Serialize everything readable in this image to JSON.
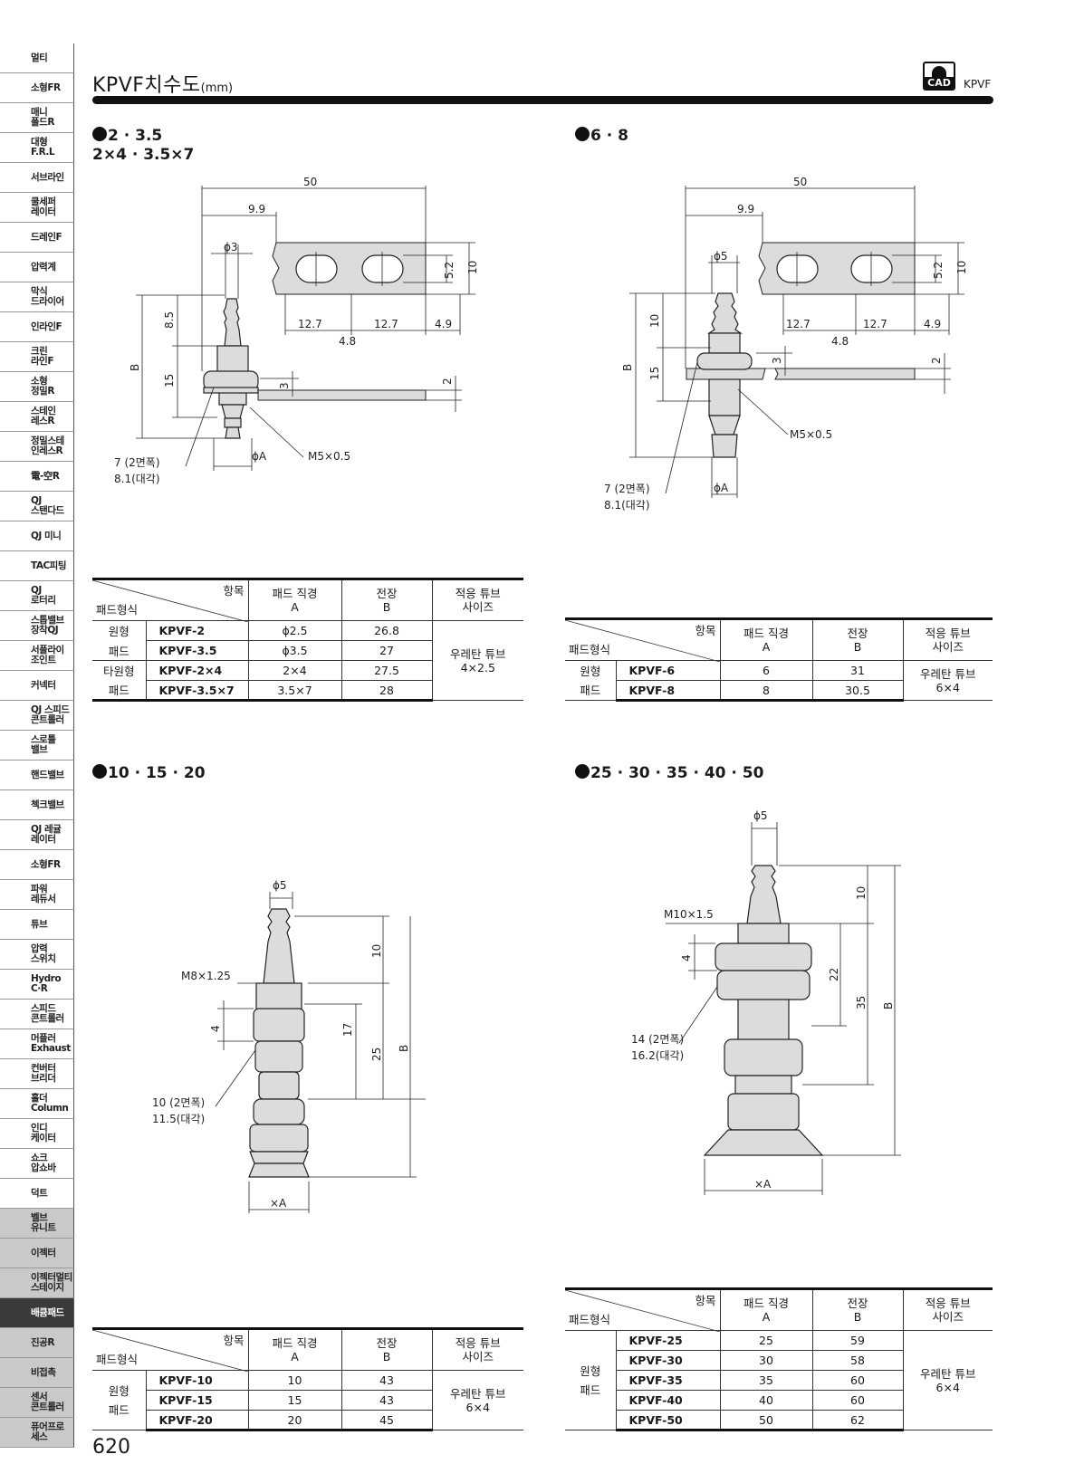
{
  "sidebar": {
    "items": [
      {
        "label": "멀티",
        "style": "normal"
      },
      {
        "label": "소형FR",
        "style": "normal"
      },
      {
        "label": "매니\n폴드R",
        "style": "normal"
      },
      {
        "label": "대형\nF.R.L",
        "style": "normal"
      },
      {
        "label": "서브라인",
        "style": "normal"
      },
      {
        "label": "쿨세퍼\n레이터",
        "style": "normal"
      },
      {
        "label": "드레인F",
        "style": "normal"
      },
      {
        "label": "압력계",
        "style": "normal"
      },
      {
        "label": "막식\n드라이어",
        "style": "normal"
      },
      {
        "label": "인라인F",
        "style": "normal"
      },
      {
        "label": "크린\n라인F",
        "style": "normal"
      },
      {
        "label": "소형\n정밀R",
        "style": "normal"
      },
      {
        "label": "스테인\n레스R",
        "style": "normal"
      },
      {
        "label": "정밀스테\n인레스R",
        "style": "normal"
      },
      {
        "label": "電-空R",
        "style": "normal"
      },
      {
        "label": "QJ\n스탠다드",
        "style": "normal"
      },
      {
        "label": "QJ 미니",
        "style": "normal"
      },
      {
        "label": "TAC피팅",
        "style": "normal"
      },
      {
        "label": "QJ\n로터리",
        "style": "normal"
      },
      {
        "label": "스톱밸브\n장착QJ",
        "style": "normal"
      },
      {
        "label": "서플라이\n조인트",
        "style": "normal"
      },
      {
        "label": "커넥터",
        "style": "normal"
      },
      {
        "label": "QJ 스피드\n콘트롤러",
        "style": "normal"
      },
      {
        "label": "스로틀\n밸브",
        "style": "normal"
      },
      {
        "label": "핸드밸브",
        "style": "normal"
      },
      {
        "label": "첵크밸브",
        "style": "normal"
      },
      {
        "label": "QJ 레귤\n레이터",
        "style": "normal"
      },
      {
        "label": "소형FR",
        "style": "normal"
      },
      {
        "label": "파워\n레듀서",
        "style": "normal"
      },
      {
        "label": "튜브",
        "style": "normal"
      },
      {
        "label": "압력\n스위치",
        "style": "normal"
      },
      {
        "label": "Hydro\nC·R",
        "style": "normal"
      },
      {
        "label": "스피드\n콘트롤러",
        "style": "normal"
      },
      {
        "label": "머플러\nExhaust",
        "style": "normal"
      },
      {
        "label": "컨버터\n브리더",
        "style": "normal"
      },
      {
        "label": "홀더\nColumn",
        "style": "normal"
      },
      {
        "label": "인디\n케이터",
        "style": "normal"
      },
      {
        "label": "쇼크\n압쇼바",
        "style": "normal"
      },
      {
        "label": "덕트",
        "style": "normal"
      },
      {
        "label": "벨브\n유니트",
        "style": "shade"
      },
      {
        "label": "이젝터",
        "style": "shade"
      },
      {
        "label": "이젝터멀티\n스테이지",
        "style": "shade"
      },
      {
        "label": "배큠패드",
        "style": "active"
      },
      {
        "label": "진공R",
        "style": "shade"
      },
      {
        "label": "비접촉",
        "style": "shade"
      },
      {
        "label": "센서\n콘트롤러",
        "style": "shade"
      },
      {
        "label": "퓨어프로\n세스",
        "style": "shade"
      }
    ]
  },
  "header": {
    "title": "KPVF치수도",
    "unit": "(mm)",
    "cad_badge": "CAD",
    "cad_model": "KPVF"
  },
  "sections": {
    "s1": {
      "heading": "2 · 3.5\n2×4 · 3.5×7",
      "dims": {
        "d50": "50",
        "d99": "9.9",
        "phi3": "ϕ3",
        "d52": "5.2",
        "d10": "10",
        "d127a": "12.7",
        "d127b": "12.7",
        "d49": "4.9",
        "d48": "4.8",
        "d85": "8.5",
        "d15": "15",
        "B": "B",
        "d3": "3",
        "d2": "2",
        "phiA": "ϕA",
        "m5": "M5×0.5",
        "hex1": "7 (2면폭)",
        "hex2": "8.1(대각)"
      }
    },
    "s2": {
      "heading": "6 · 8",
      "dims": {
        "d50": "50",
        "d99": "9.9",
        "phi5": "ϕ5",
        "d52": "5.2",
        "d10": "10",
        "d127a": "12.7",
        "d127b": "12.7",
        "d49": "4.9",
        "d48": "4.8",
        "d10v": "10",
        "d15": "15",
        "B": "B",
        "d3": "3",
        "d2": "2",
        "phiA": "ϕA",
        "m5": "M5×0.5",
        "hex1": "7 (2면폭)",
        "hex2": "8.1(대각)"
      }
    },
    "s3": {
      "heading": "10 · 15 · 20",
      "dims": {
        "phi5": "ϕ5",
        "m8": "M8×1.25",
        "d4": "4",
        "d10": "10",
        "d17": "17",
        "d25": "25",
        "B": "B",
        "hex1": "10 (2면폭)",
        "hex2": "11.5(대각)",
        "xA": "×A"
      }
    },
    "s4": {
      "heading": "25 · 30 · 35 · 40 · 50",
      "dims": {
        "phi5": "ϕ5",
        "m10": "M10×1.5",
        "d4": "4",
        "d10": "10",
        "d22": "22",
        "d35": "35",
        "B": "B",
        "hex1": "14 (2면폭)",
        "hex2": "16.2(대각)",
        "xA": "×A"
      }
    }
  },
  "tables": {
    "t1": {
      "header": {
        "item": "항목",
        "type": "패드형식",
        "diameter": "패드 직경\nA",
        "length": "전장\nB",
        "tube": "적응 튜브\n사이즈"
      },
      "groups": [
        "원형",
        "패드",
        "타원형",
        "패드"
      ],
      "rows": [
        {
          "model": "KPVF-2",
          "a": "ϕ2.5",
          "b": "26.8"
        },
        {
          "model": "KPVF-3.5",
          "a": "ϕ3.5",
          "b": "27"
        },
        {
          "model": "KPVF-2×4",
          "a": "2×4",
          "b": "27.5"
        },
        {
          "model": "KPVF-3.5×7",
          "a": "3.5×7",
          "b": "28"
        }
      ],
      "tube_value": "우레탄 튜브\n4×2.5"
    },
    "t2": {
      "header": {
        "item": "항목",
        "type": "패드형식",
        "diameter": "패드 직경\nA",
        "length": "전장\nB",
        "tube": "적응 튜브\n사이즈"
      },
      "group": "원형\n패드",
      "rows": [
        {
          "model": "KPVF-6",
          "a": "6",
          "b": "31"
        },
        {
          "model": "KPVF-8",
          "a": "8",
          "b": "30.5"
        }
      ],
      "tube_value": "우레탄 튜브\n6×4"
    },
    "t3": {
      "header": {
        "item": "항목",
        "type": "패드형식",
        "diameter": "패드 직경\nA",
        "length": "전장\nB",
        "tube": "적응 튜브\n사이즈"
      },
      "group": "원형\n패드",
      "rows": [
        {
          "model": "KPVF-10",
          "a": "10",
          "b": "43"
        },
        {
          "model": "KPVF-15",
          "a": "15",
          "b": "43"
        },
        {
          "model": "KPVF-20",
          "a": "20",
          "b": "45"
        }
      ],
      "tube_value": "우레탄 튜브\n6×4"
    },
    "t4": {
      "header": {
        "item": "항목",
        "type": "패드형식",
        "diameter": "패드 직경\nA",
        "length": "전장\nB",
        "tube": "적응 튜브\n사이즈"
      },
      "group": "원형\n패드",
      "rows": [
        {
          "model": "KPVF-25",
          "a": "25",
          "b": "59"
        },
        {
          "model": "KPVF-30",
          "a": "30",
          "b": "58"
        },
        {
          "model": "KPVF-35",
          "a": "35",
          "b": "60"
        },
        {
          "model": "KPVF-40",
          "a": "40",
          "b": "60"
        },
        {
          "model": "KPVF-50",
          "a": "50",
          "b": "62"
        }
      ],
      "tube_value": "우레탄 튜브\n6×4"
    }
  },
  "footer": {
    "page_number": "620"
  }
}
